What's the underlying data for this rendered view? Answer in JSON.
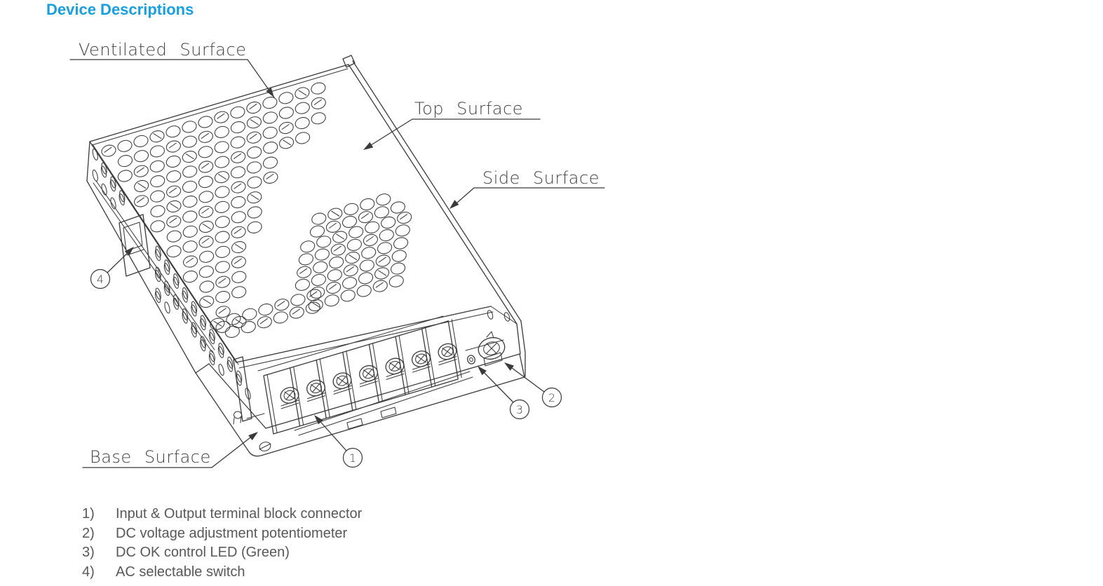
{
  "title": {
    "text": "Device Descriptions",
    "color": "#189fdf"
  },
  "diagram": {
    "line_color": "#3a3a3a",
    "labels": {
      "ventilated": "Ventilated Surface",
      "top": "Top Surface",
      "side": "Side Surface",
      "base": "Base Surface"
    },
    "callouts": [
      {
        "num": "1"
      },
      {
        "num": "2"
      },
      {
        "num": "3"
      },
      {
        "num": "4"
      }
    ]
  },
  "legend": {
    "text_color": "#57585a",
    "items": [
      {
        "num": "1)",
        "text": "Input & Output terminal block connector"
      },
      {
        "num": "2)",
        "text": "DC voltage adjustment potentiometer"
      },
      {
        "num": "3)",
        "text": "DC OK control LED (Green)"
      },
      {
        "num": "4)",
        "text": "AC selectable switch"
      }
    ]
  }
}
